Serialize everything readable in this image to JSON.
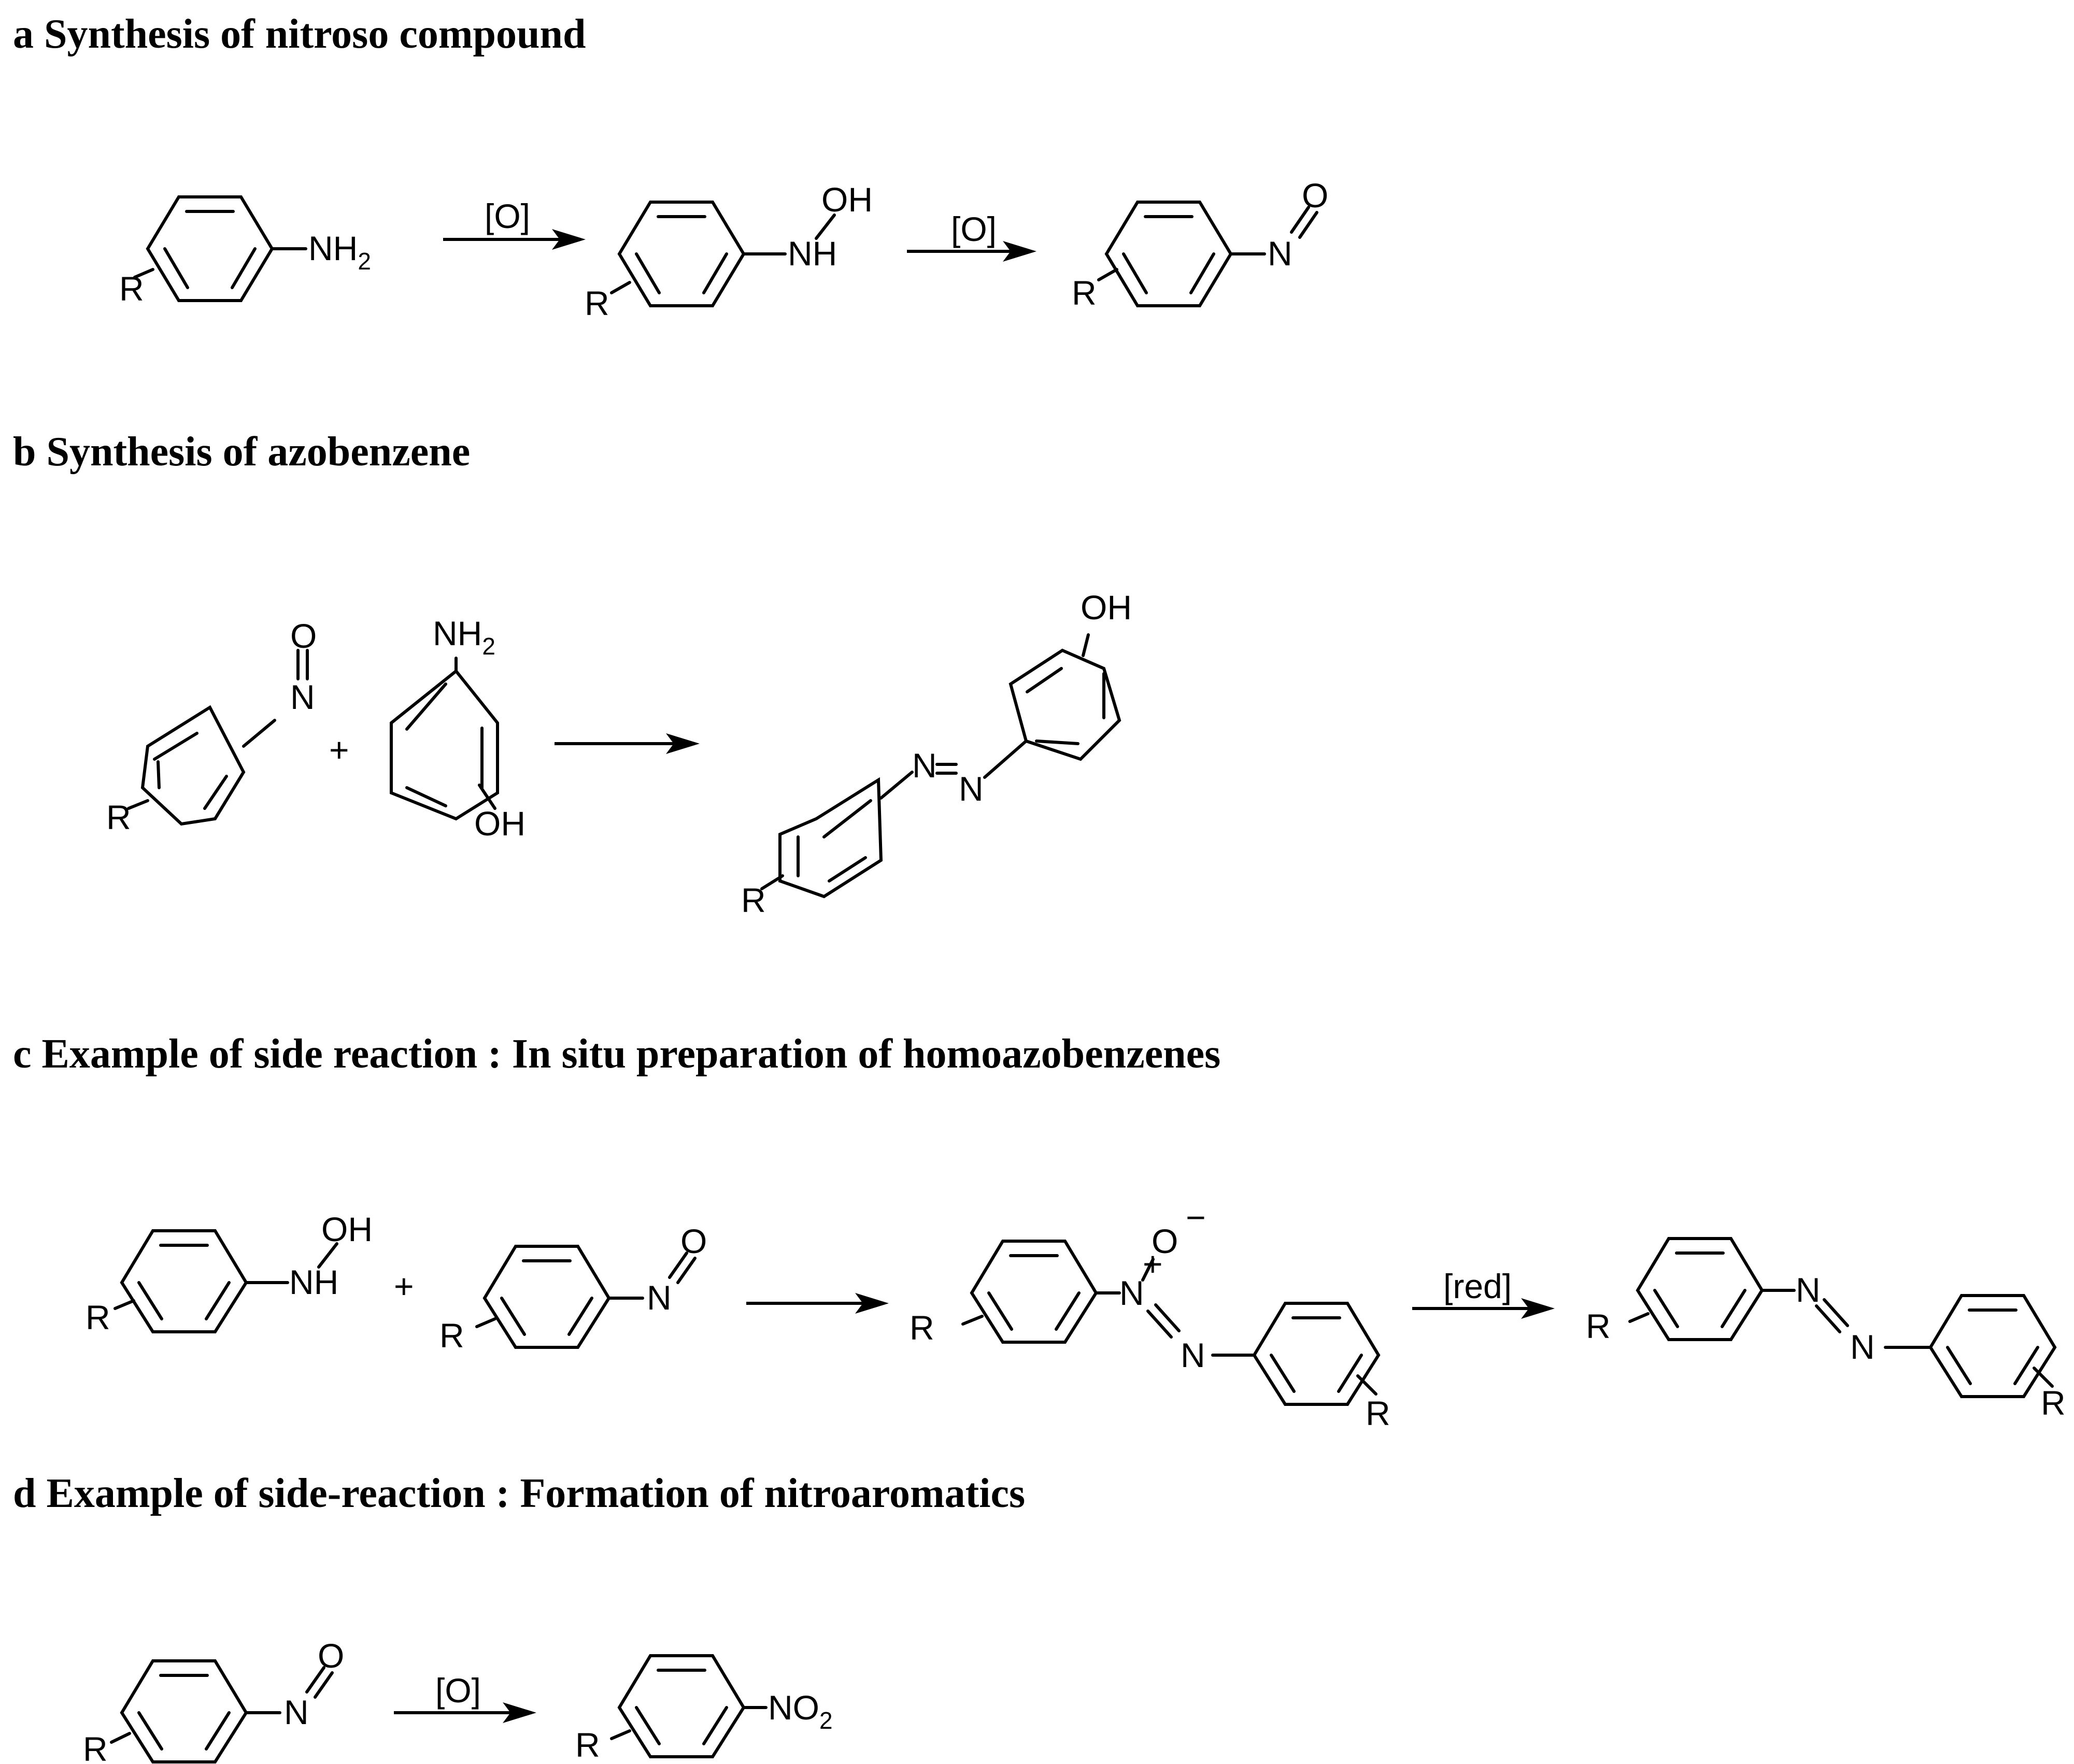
{
  "sections": {
    "a": {
      "title": "a Synthesis of nitroso compound"
    },
    "b": {
      "title": "b Synthesis of azobenzene"
    },
    "c": {
      "title": "c Example of side reaction : In situ preparation of homoazobenzenes"
    },
    "d": {
      "title": "d Example of side-reaction : Formation of nitroaromatics"
    }
  },
  "labels": {
    "R": "R",
    "N": "N",
    "O": "O",
    "OH": "OH",
    "NH": "NH",
    "NH2_main": "NH",
    "NO2_main": "NO",
    "sub2": "2",
    "plus": "+",
    "charge_plus": "+",
    "charge_minus": "−",
    "cond_ox": "[O]",
    "cond_red": "[red]"
  }
}
